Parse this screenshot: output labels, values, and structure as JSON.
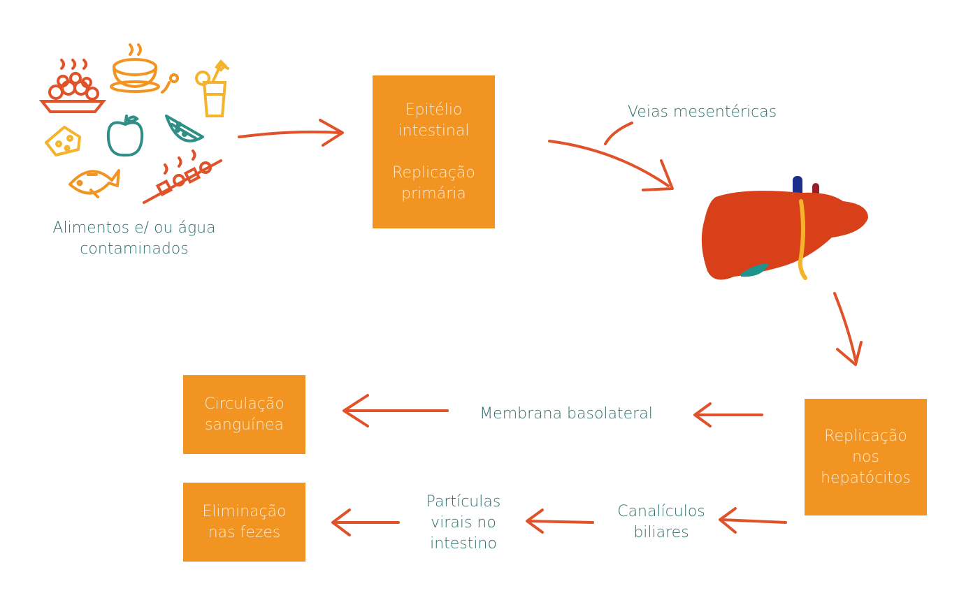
{
  "source": {
    "caption_line1": "Alimentos e/ ou água",
    "caption_line2": "contaminados"
  },
  "nodes": {
    "intestine": {
      "line1": "Epitélio",
      "line2": "intestinal",
      "line3": "Replicação",
      "line4": "primária"
    },
    "hepatocytes": {
      "line1": "Replicação",
      "line2": "nos",
      "line3": "hepatócitos"
    },
    "circulation": {
      "line1": "Circulação",
      "line2": "sanguínea"
    },
    "feces": {
      "line1": "Eliminação",
      "line2": "nas fezes"
    }
  },
  "edge_labels": {
    "mesenteric": "Veias mesentéricas",
    "basolateral": "Membrana basolateral",
    "biliary_line1": "Canalículos",
    "biliary_line2": "biliares",
    "particles_line1": "Partículas",
    "particles_line2": "virais no",
    "particles_line3": "intestino"
  },
  "colors": {
    "box_fill": "#f29422",
    "box_text": "#fde9cf",
    "label_text": "#2f6f6b",
    "arrow": "#e0522a",
    "liver": "#d8401a"
  },
  "icons": [
    "plate-icon",
    "soup-bowl-icon",
    "juice-glass-icon",
    "cheese-icon",
    "apple-icon",
    "watermelon-icon",
    "fish-icon",
    "skewer-icon",
    "liver-icon"
  ]
}
